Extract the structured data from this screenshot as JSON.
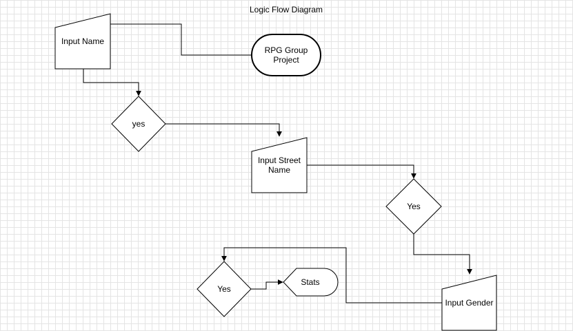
{
  "diagram": {
    "title": "Logic Flow Diagram",
    "nodes": {
      "start": "RPG Group Project",
      "input_name": "Input Name",
      "decision_1": "yes",
      "input_street": "Input Street Name",
      "decision_2": "Yes",
      "input_gender": "Input Gender",
      "decision_3": "Yes",
      "display": "Stats"
    }
  }
}
